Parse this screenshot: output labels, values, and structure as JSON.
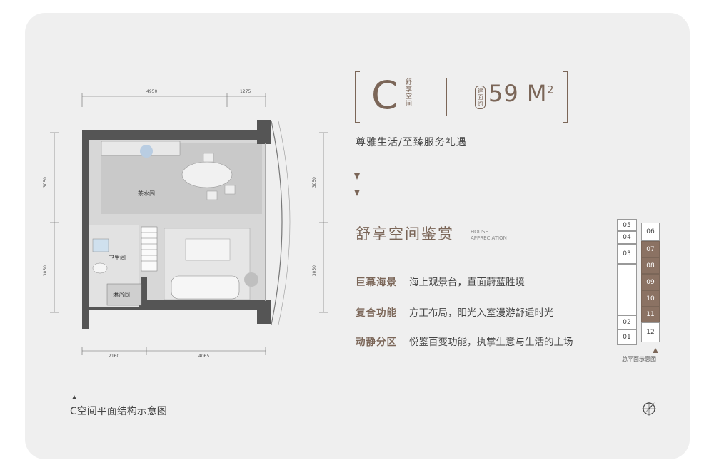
{
  "header": {
    "type_letter": "C",
    "type_name": "舒享空间",
    "area_label": "建面约",
    "area_value": "59",
    "area_unit": "M",
    "area_sup": "2"
  },
  "slogan": "尊雅生活/至臻服务礼遇",
  "section": {
    "title": "舒享空间鉴赏",
    "subtitle_line1": "HOUSE",
    "subtitle_line2": "APPRECIATION"
  },
  "features": [
    {
      "key": "巨幕海景",
      "value": "海上观景台，直面蔚蓝胜境"
    },
    {
      "key": "复合功能",
      "value": "方正布局，阳光入室漫游舒适时光"
    },
    {
      "key": "动静分区",
      "value": "悦鉴百变功能，执掌生意与生活的主场"
    }
  ],
  "floorplan": {
    "caption": "C空间平面结构示意图",
    "dims_top": [
      "4950",
      "1275"
    ],
    "dims_bottom": [
      "2160",
      "4065"
    ],
    "dims_left": [
      "3050",
      "3050"
    ],
    "dims_right": [
      "3050",
      "3050"
    ],
    "rooms": [
      "茶水间",
      "卫生间",
      "淋浴间"
    ]
  },
  "site_plan": {
    "caption": "总平面示意图",
    "highlight_color": "#8b7263",
    "left_cells": [
      "05",
      "04",
      "03",
      "02",
      "01"
    ],
    "right_cells": [
      "06",
      "07",
      "08",
      "09",
      "10",
      "11",
      "12"
    ],
    "highlighted": [
      "07",
      "08",
      "09",
      "10",
      "11"
    ]
  },
  "icons": {
    "compass": "compass-icon",
    "marker": "triangle-marker-icon"
  },
  "colors": {
    "accent": "#7b6658",
    "background": "#efefef"
  }
}
